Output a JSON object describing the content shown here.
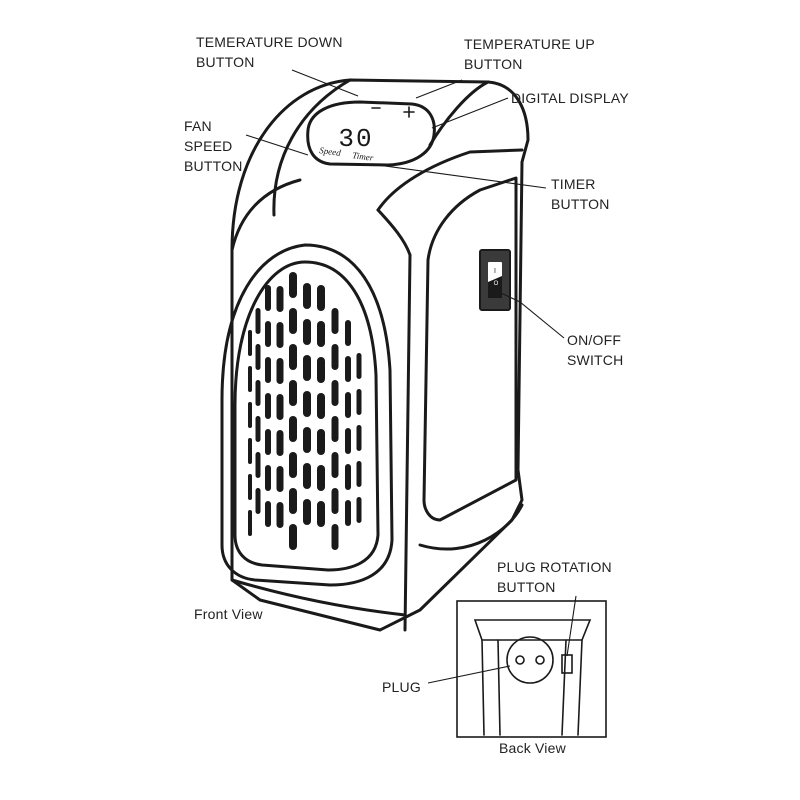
{
  "labels": {
    "temp_down": [
      "TEMERATURE DOWN",
      "BUTTON"
    ],
    "temp_up": [
      "TEMPERATURE UP",
      "BUTTON"
    ],
    "digital_display": "DIGITAL DISPLAY",
    "fan_speed": [
      "FAN",
      "SPEED",
      "BUTTON"
    ],
    "timer": [
      "TIMER",
      "BUTTON"
    ],
    "on_off": [
      "ON/OFF",
      "SWITCH"
    ],
    "plug_rotation": [
      "PLUG ROTATION",
      "BUTTON"
    ],
    "plug": "PLUG"
  },
  "captions": {
    "front": "Front View",
    "back": "Back View"
  },
  "display": {
    "reading": "30",
    "minus": "−",
    "plus": "+",
    "speed": "Speed",
    "timer": "Timer"
  },
  "switch": {
    "on": "I",
    "off": "O"
  },
  "colors": {
    "ink": "#1a1a1a",
    "background": "#ffffff"
  }
}
